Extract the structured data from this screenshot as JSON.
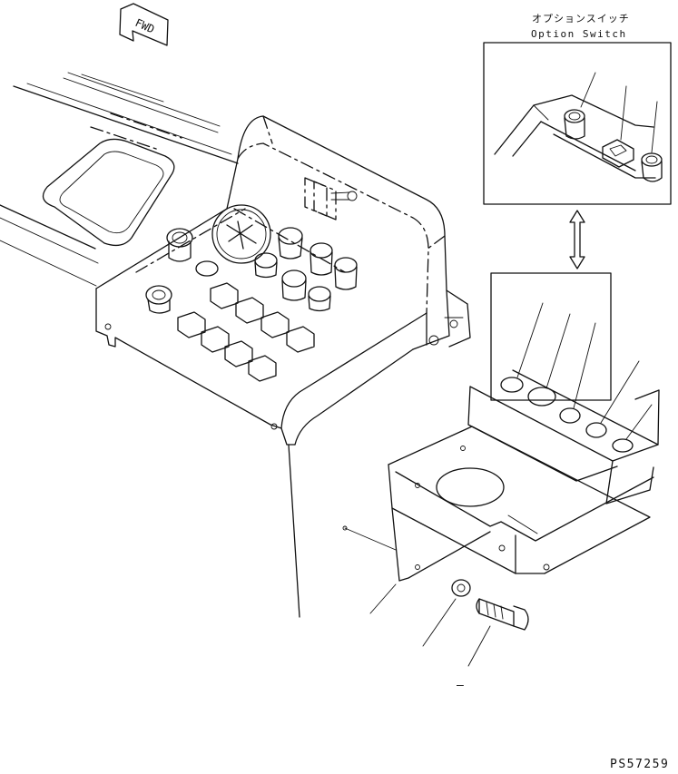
{
  "direction_arrow": {
    "label": "FWD"
  },
  "option_switch": {
    "title_jp": "オプションスイッチ",
    "title_en": "Option Switch"
  },
  "drawing": {
    "reference": "PS57259",
    "loose_mark": "–"
  },
  "icon_names": [
    "fwd-arrow-icon",
    "exchange-arrow-icon",
    "key-switch-icon",
    "rocker-switch-icon",
    "knob-switch-icon",
    "bolt-icon",
    "washer-icon"
  ]
}
